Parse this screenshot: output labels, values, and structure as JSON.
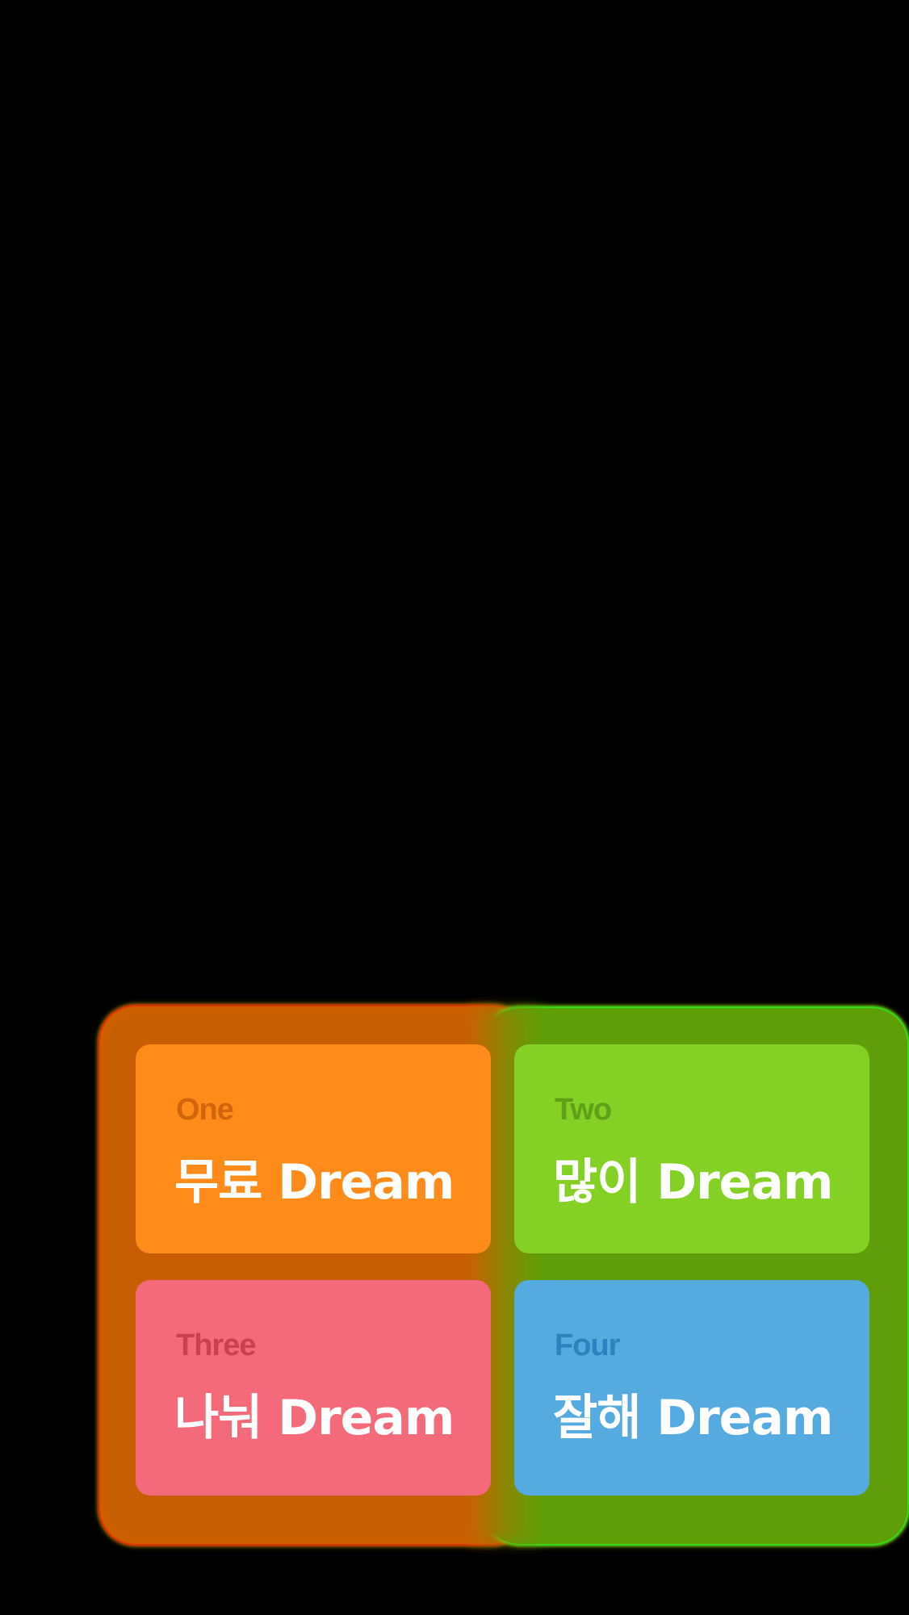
{
  "background_color": "#000000",
  "glow": {
    "left_color": "#cc5f00",
    "right_color": "#5e9f08"
  },
  "cards": [
    {
      "label": "One",
      "title": "무료 Dream",
      "bg": "#ff8c1a",
      "label_color": "#d0650c"
    },
    {
      "label": "Two",
      "title": "많이 Dream",
      "bg": "#84d024",
      "label_color": "#5fa018"
    },
    {
      "label": "Three",
      "title": "나눠 Dream",
      "bg": "#f46a7b",
      "label_color": "#c9404f"
    },
    {
      "label": "Four",
      "title": "잘해 Dream",
      "bg": "#55abdf",
      "label_color": "#2a83bd"
    }
  ]
}
